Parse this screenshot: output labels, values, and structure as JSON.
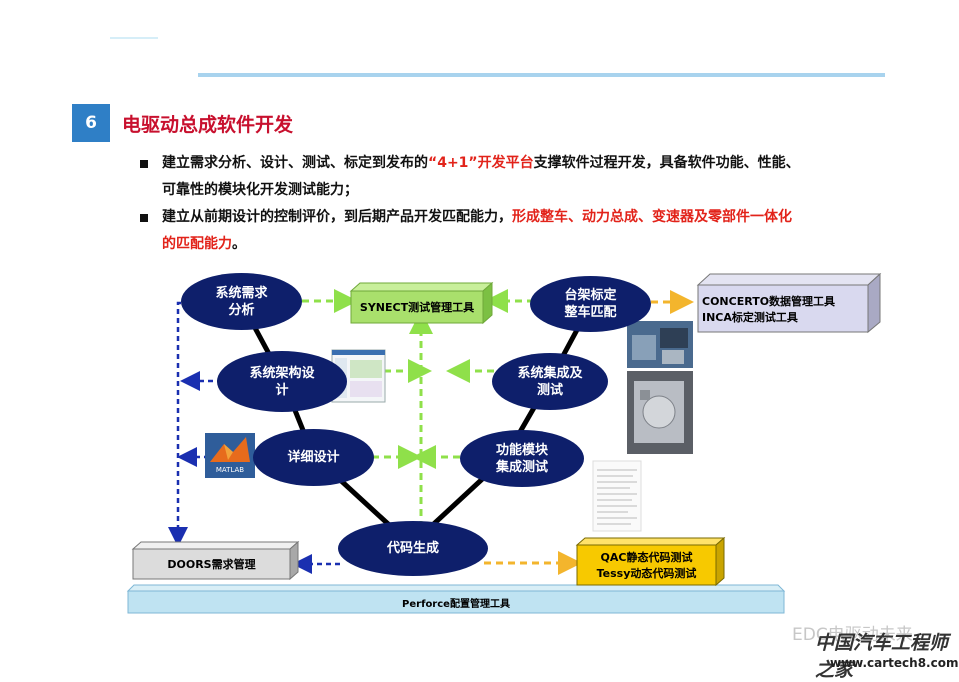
{
  "section": {
    "number": "6",
    "title": "电驱动总成软件开发"
  },
  "bullets": [
    {
      "a": "建立需求分析、设计、测试、标定到发布的",
      "red": "“4+1”开发平台",
      "b": "支撑软件过程开发，具备软件功能、性能、",
      "line2": "可靠性的模块化开发测试能力；"
    },
    {
      "a": "建立从前期设计的控制评价，到后期产品开发匹配能力，",
      "red": "形成整车、动力总成、变速器及零部件一体化",
      "red2": "的匹配能力",
      "end": "。"
    }
  ],
  "nodes": {
    "req": "系统需求\n分析",
    "arch": "系统架构设\n计",
    "detail": "详细设计",
    "code": "代码生成",
    "func": "功能模块\n集成测试",
    "sys": "系统集成及\n测试",
    "bench": "台架标定\n整车匹配"
  },
  "boxes": {
    "synect": "SYNECT测试管理工具",
    "concerto_1": "CONCERTO数据管理工具",
    "concerto_2": "INCA标定测试工具",
    "doors": "DOORS需求管理",
    "qac_1": "QAC静态代码测试",
    "qac_2": "Tessy动态代码测试",
    "perforce": "Perforce配置管理工具"
  },
  "matlab_label": "MATLAB",
  "watermark": {
    "faint": "EDC电驱动未来",
    "cn": "中国汽车工程师之家",
    "url": "www.cartech8.com"
  },
  "colors": {
    "node": "#0e1f6b",
    "green_arrow": "#8fe04a",
    "blue_arrow": "#1a2fb0",
    "orange_arrow": "#f3b52d",
    "accent_red": "#e2231a"
  }
}
